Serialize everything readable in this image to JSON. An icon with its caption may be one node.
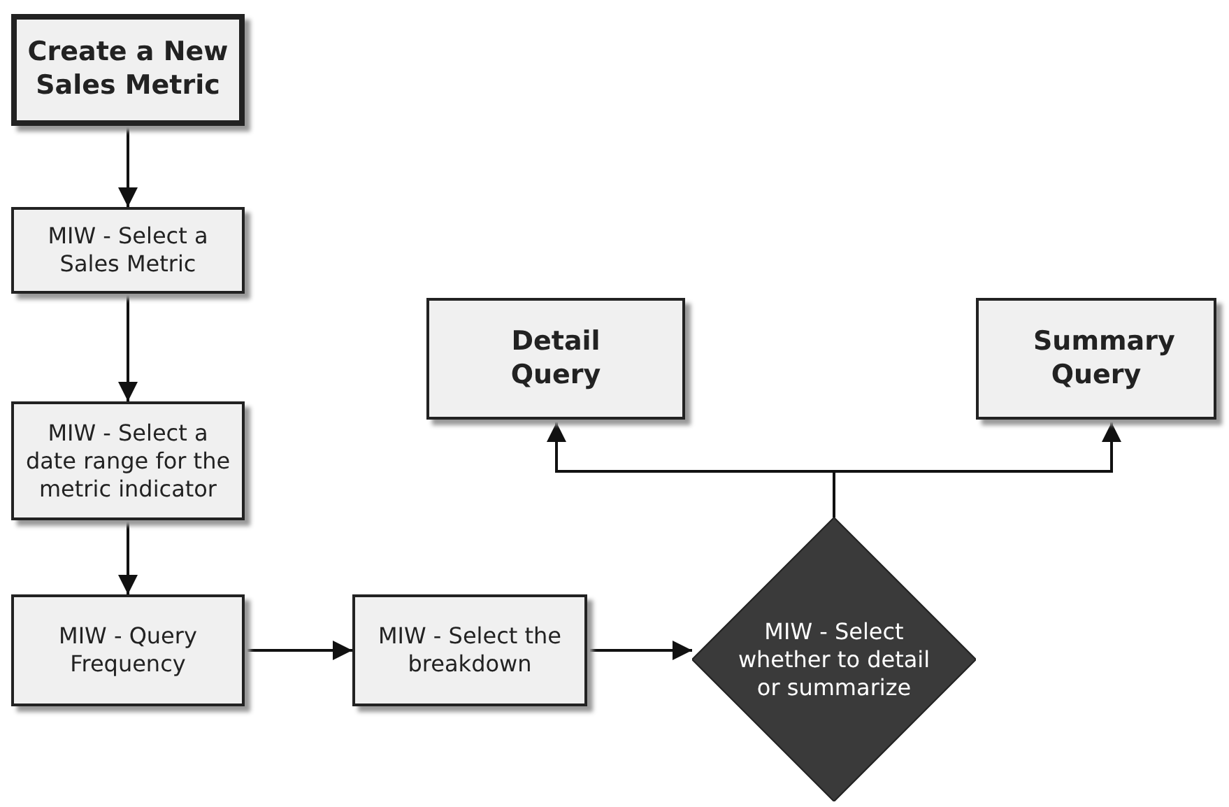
{
  "diagram": {
    "nodes": [
      {
        "text": [
          "Create a New Sales Metric"
        ]
      },
      {
        "text": [
          "MIW - Select a Sales Metric"
        ]
      },
      {
        "text": [
          "MIW - Select a date range for the metric indicator"
        ]
      },
      {
        "text": [
          "MIW - Query Frequency"
        ]
      },
      {
        "text": [
          "MIW - Select the breakdown"
        ]
      },
      {
        "text": [
          "MIW - Select whether to detail or summarize"
        ]
      },
      {
        "text": [
          "Detail Query"
        ]
      },
      {
        "text": [
          "Summary Query"
        ]
      }
    ],
    "edges": [
      {
        "from": 0,
        "to": 1,
        "arrow": "to"
      },
      {
        "from": 1,
        "to": 2,
        "arrow": "to"
      },
      {
        "from": 2,
        "to": 3,
        "arrow": "to"
      },
      {
        "from": 3,
        "to": 4,
        "arrow": "to"
      },
      {
        "from": 4,
        "to": 5,
        "arrow": "to"
      },
      {
        "from": 5,
        "to": 6,
        "arrow": "to"
      },
      {
        "from": 5,
        "to": 7,
        "arrow": "to"
      }
    ]
  }
}
